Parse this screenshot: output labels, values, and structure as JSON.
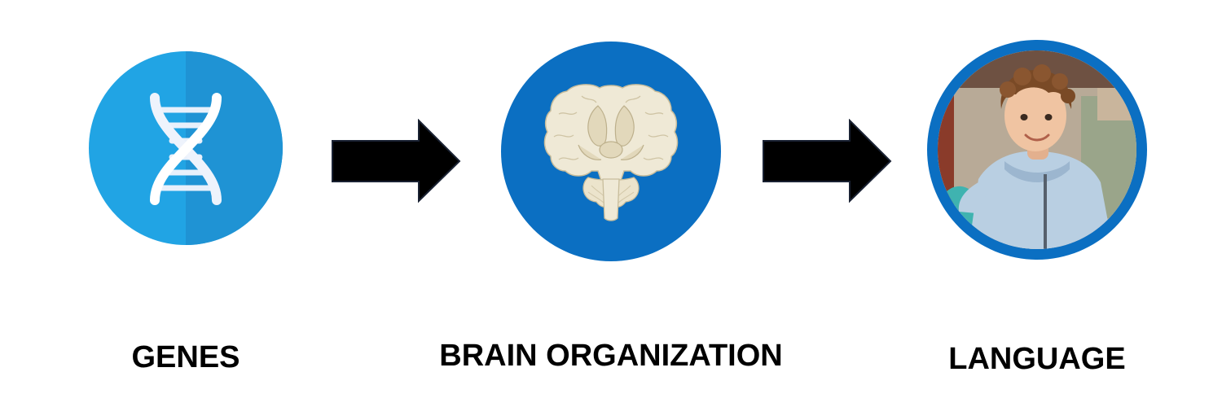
{
  "diagram": {
    "steps": [
      {
        "label": "GENES",
        "icon": "dna-icon",
        "circle_color": "#21a4e4",
        "circle_shade": "#1f93d4"
      },
      {
        "label": "BRAIN ORGANIZATION",
        "icon": "brain-section-icon",
        "circle_color": "#0b6fc2"
      },
      {
        "label": "LANGUAGE",
        "icon": "child-photo",
        "ring_color": "#0b6fc2"
      }
    ],
    "arrow_color": "#000000",
    "arrow_icon": "right-arrow-icon"
  }
}
